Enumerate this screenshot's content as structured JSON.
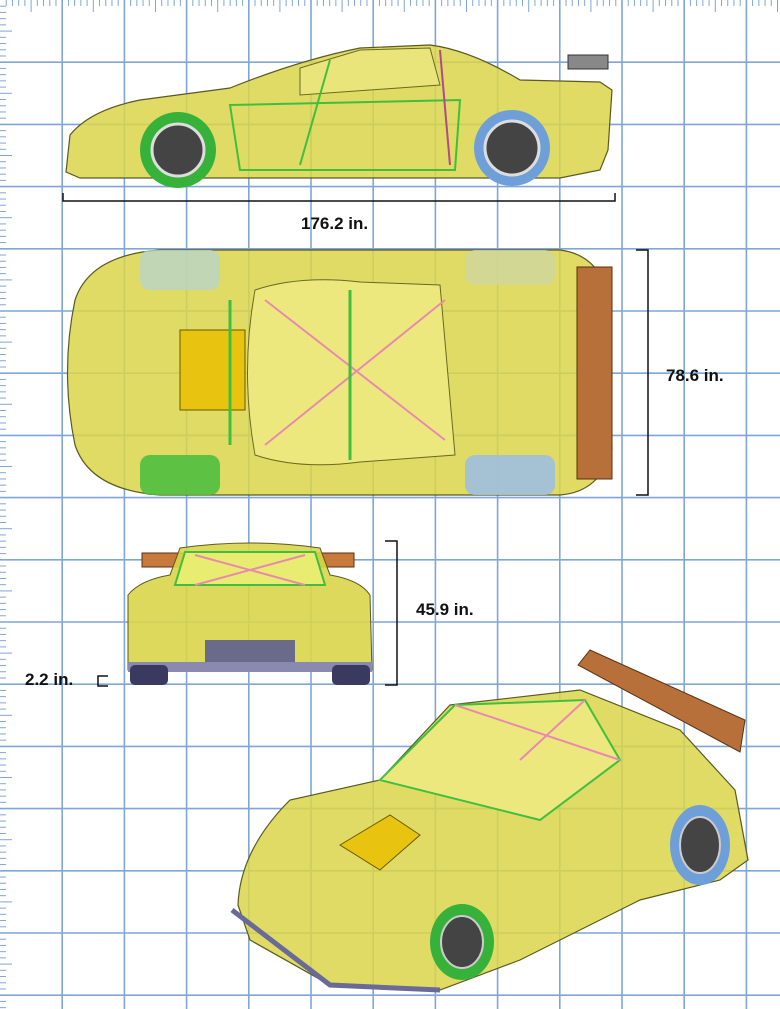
{
  "dimensions": {
    "length": "176.2 in.",
    "width": "78.6 in.",
    "height": "45.9 in.",
    "ground_clearance": "2.2 in."
  },
  "views": [
    "side-view",
    "top-view",
    "front-view",
    "perspective-view"
  ],
  "colors": {
    "grid": "#7fa6d6",
    "body": "#d8d64a",
    "frame_green": "#3fbf3f",
    "tire_blue": "#6f9fd8",
    "wing": "#b8703a"
  }
}
